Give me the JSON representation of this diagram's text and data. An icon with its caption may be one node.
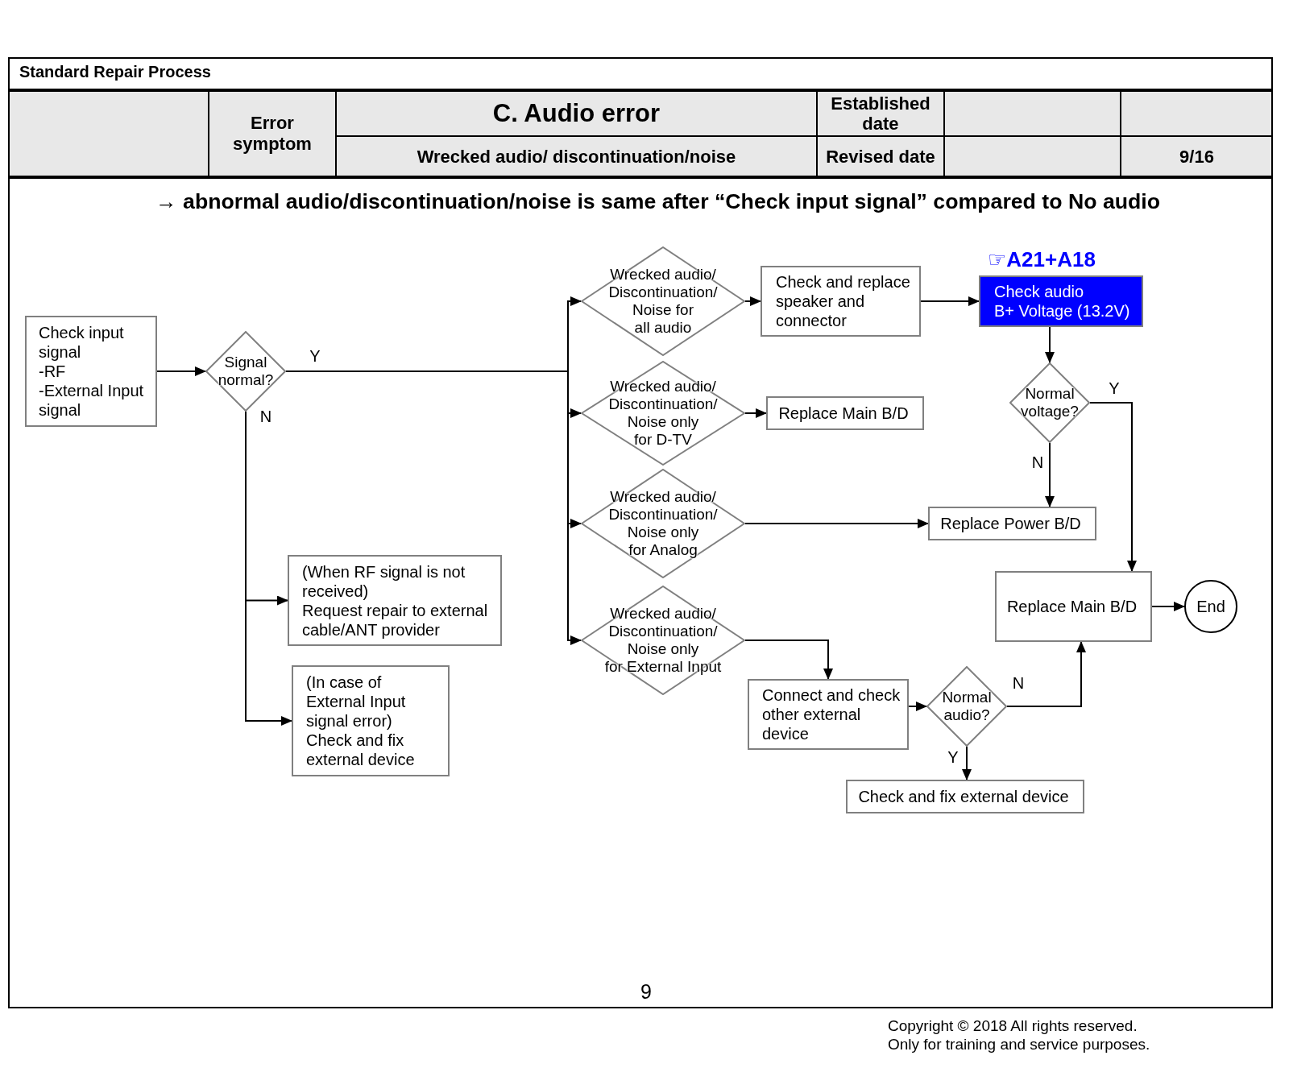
{
  "diagram": {
    "title": "Standard Repair Process",
    "nodes": [
      {
        "text": [
          "Check input signal",
          "-RF",
          "-External Input signal"
        ]
      },
      {
        "text": [
          "Signal normal?"
        ]
      },
      {
        "text": [
          "Wrecked audio/ Discontinuation/ Noise for all audio"
        ]
      },
      {
        "text": [
          "Check and replace speaker and connector"
        ]
      },
      {
        "text": [
          "Check audio B+ Voltage (13.2V)"
        ],
        "beside": [
          "☞A21+A18"
        ]
      },
      {
        "text": [
          "Wrecked audio/ Discontinuation/ Noise only for D-TV"
        ]
      },
      {
        "text": [
          "Replace Main B/D"
        ]
      },
      {
        "text": [
          "Normal voltage?"
        ]
      },
      {
        "text": [
          "Wrecked audio/ Discontinuation/ Noise only for Analog"
        ]
      },
      {
        "text": [
          "Replace Power B/D"
        ]
      },
      {
        "text": [
          "(When RF signal is not received)",
          "Request repair to external cable/ANT provider"
        ]
      },
      {
        "text": [
          "Replace Main B/D"
        ]
      },
      {
        "text": [
          "End"
        ]
      },
      {
        "text": [
          "Wrecked audio/ Discontinuation/ Noise only for External Input"
        ]
      },
      {
        "text": [
          "(In case of External Input signal error)",
          "Check and fix external device"
        ]
      },
      {
        "text": [
          "Connect and check other external device"
        ]
      },
      {
        "text": [
          "Normal audio?"
        ]
      },
      {
        "text": [
          "Check and fix external device"
        ]
      }
    ],
    "edges": [
      {
        "from": 0,
        "to": 1,
        "arrow": "to"
      },
      {
        "from": 1,
        "to": 2,
        "arrow": "to",
        "label": "Y"
      },
      {
        "from": 1,
        "to": 5,
        "arrow": "to"
      },
      {
        "from": 1,
        "to": 8,
        "arrow": "to"
      },
      {
        "from": 1,
        "to": 13,
        "arrow": "to"
      },
      {
        "from": 1,
        "to": 10,
        "arrow": "to",
        "label": "N"
      },
      {
        "from": 1,
        "to": 14,
        "arrow": "to"
      },
      {
        "from": 2,
        "to": 3,
        "arrow": "to"
      },
      {
        "from": 3,
        "to": 4,
        "arrow": "to"
      },
      {
        "from": 4,
        "to": 7,
        "arrow": "to"
      },
      {
        "from": 7,
        "to": 11,
        "arrow": "to",
        "label": "Y"
      },
      {
        "from": 7,
        "to": 9,
        "arrow": "to",
        "label": "N"
      },
      {
        "from": 5,
        "to": 6,
        "arrow": "to"
      },
      {
        "from": 8,
        "to": 9,
        "arrow": "to"
      },
      {
        "from": 13,
        "to": 15,
        "arrow": "to"
      },
      {
        "from": 15,
        "to": 16,
        "arrow": "to"
      },
      {
        "from": 16,
        "to": 11,
        "arrow": "to",
        "label": "N"
      },
      {
        "from": 16,
        "to": 17,
        "arrow": "to",
        "label": "Y"
      },
      {
        "from": 11,
        "to": 12,
        "arrow": "to"
      }
    ],
    "labels": [
      "Error symptom",
      "C. Audio error",
      "Established date",
      "Wrecked audio/ discontinuation/noise",
      "Revised date",
      "9/16",
      "→ abnormal audio/discontinuation/noise is same after “Check input signal” compared to No audio",
      "9",
      "Copyright © 2018 All rights reserved. Only for training and service purposes."
    ]
  }
}
